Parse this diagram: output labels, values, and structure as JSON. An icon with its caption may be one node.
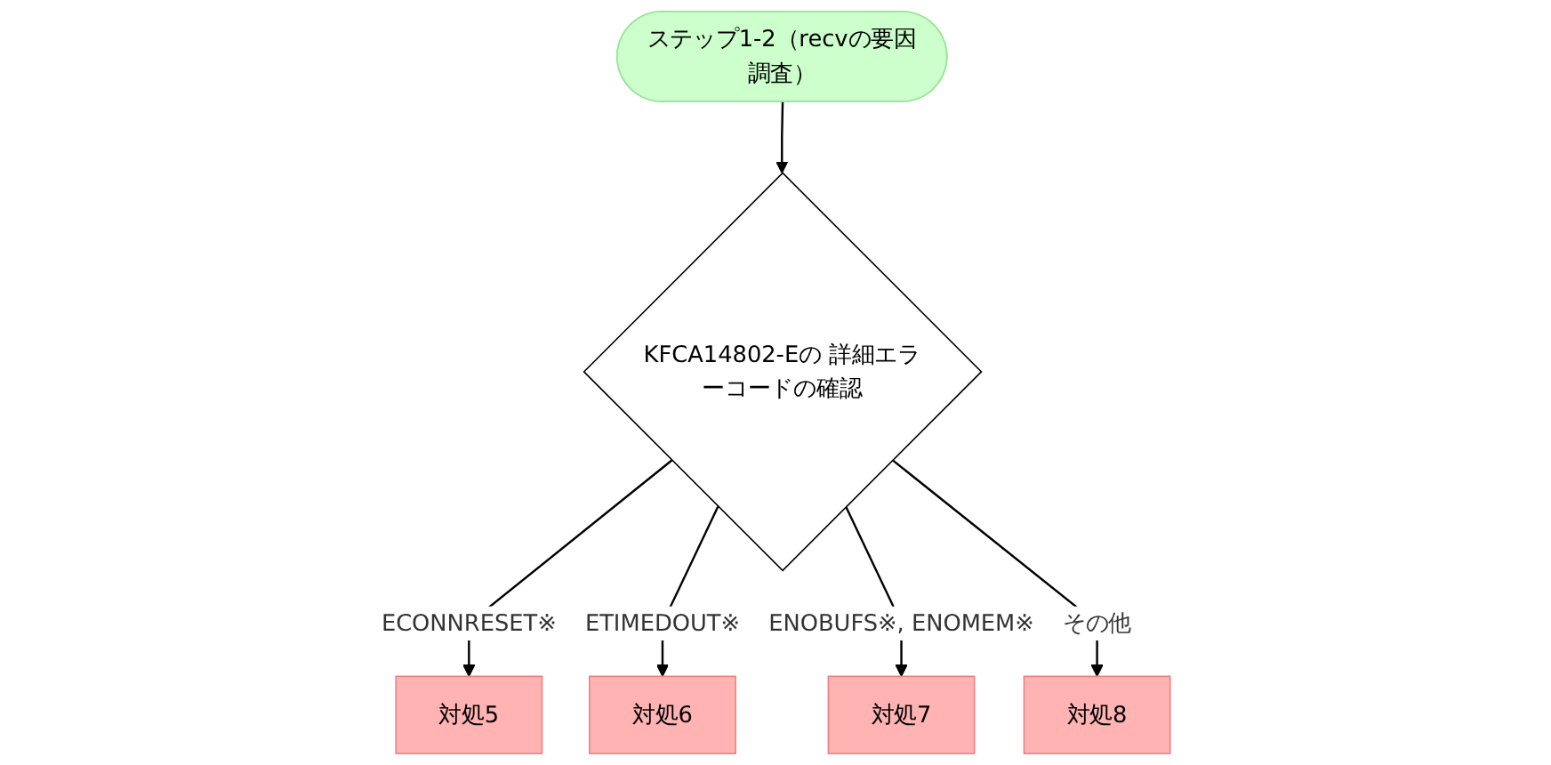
{
  "diagram": {
    "nodes": [
      {
        "text": [
          "ステップ1-2（recvの要因調査）"
        ]
      },
      {
        "text": [
          "KFCA14802-Eの 詳細エラーコードの確認"
        ]
      },
      {
        "text": [
          "対処5"
        ]
      },
      {
        "text": [
          "対処6"
        ]
      },
      {
        "text": [
          "対処7"
        ]
      },
      {
        "text": [
          "対処8"
        ]
      }
    ],
    "edges": [
      {
        "from": 0,
        "to": 1,
        "arrow": "to"
      },
      {
        "from": 1,
        "to": 2,
        "arrow": "to",
        "label": "ECONNRESET※"
      },
      {
        "from": 1,
        "to": 3,
        "arrow": "to",
        "label": "ETIMEDOUT※"
      },
      {
        "from": 1,
        "to": 4,
        "arrow": "to",
        "label": "ENOBUFS※, ENOMEM※"
      },
      {
        "from": 1,
        "to": 5,
        "arrow": "to",
        "label": "その他"
      }
    ]
  }
}
